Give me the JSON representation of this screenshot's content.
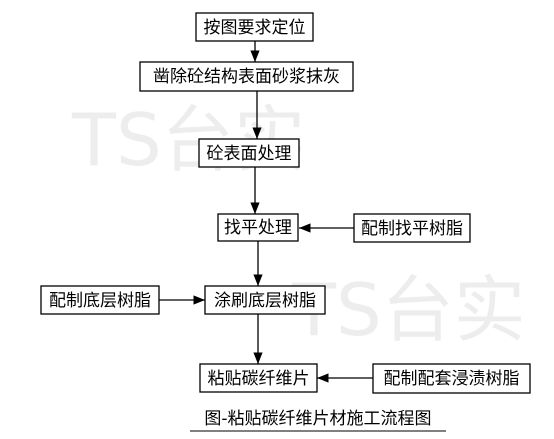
{
  "diagram": {
    "nodes": {
      "locate": "按图要求定位",
      "chisel": "凿除砼结构表面砂浆抹灰",
      "surface": "砼表面处理",
      "level": "找平处理",
      "level_resin": "配制找平树脂",
      "primer": "涂刷底层树脂",
      "primer_resin": "配制底层树脂",
      "paste": "粘贴碳纤维片",
      "saturant_resin": "配制配套浸渍树脂"
    },
    "caption": "图-粘贴碳纤维片材施工流程图"
  },
  "watermark": "TS台实",
  "colors": {
    "stroke": "#000000",
    "watermark": "#e6e6e6"
  }
}
